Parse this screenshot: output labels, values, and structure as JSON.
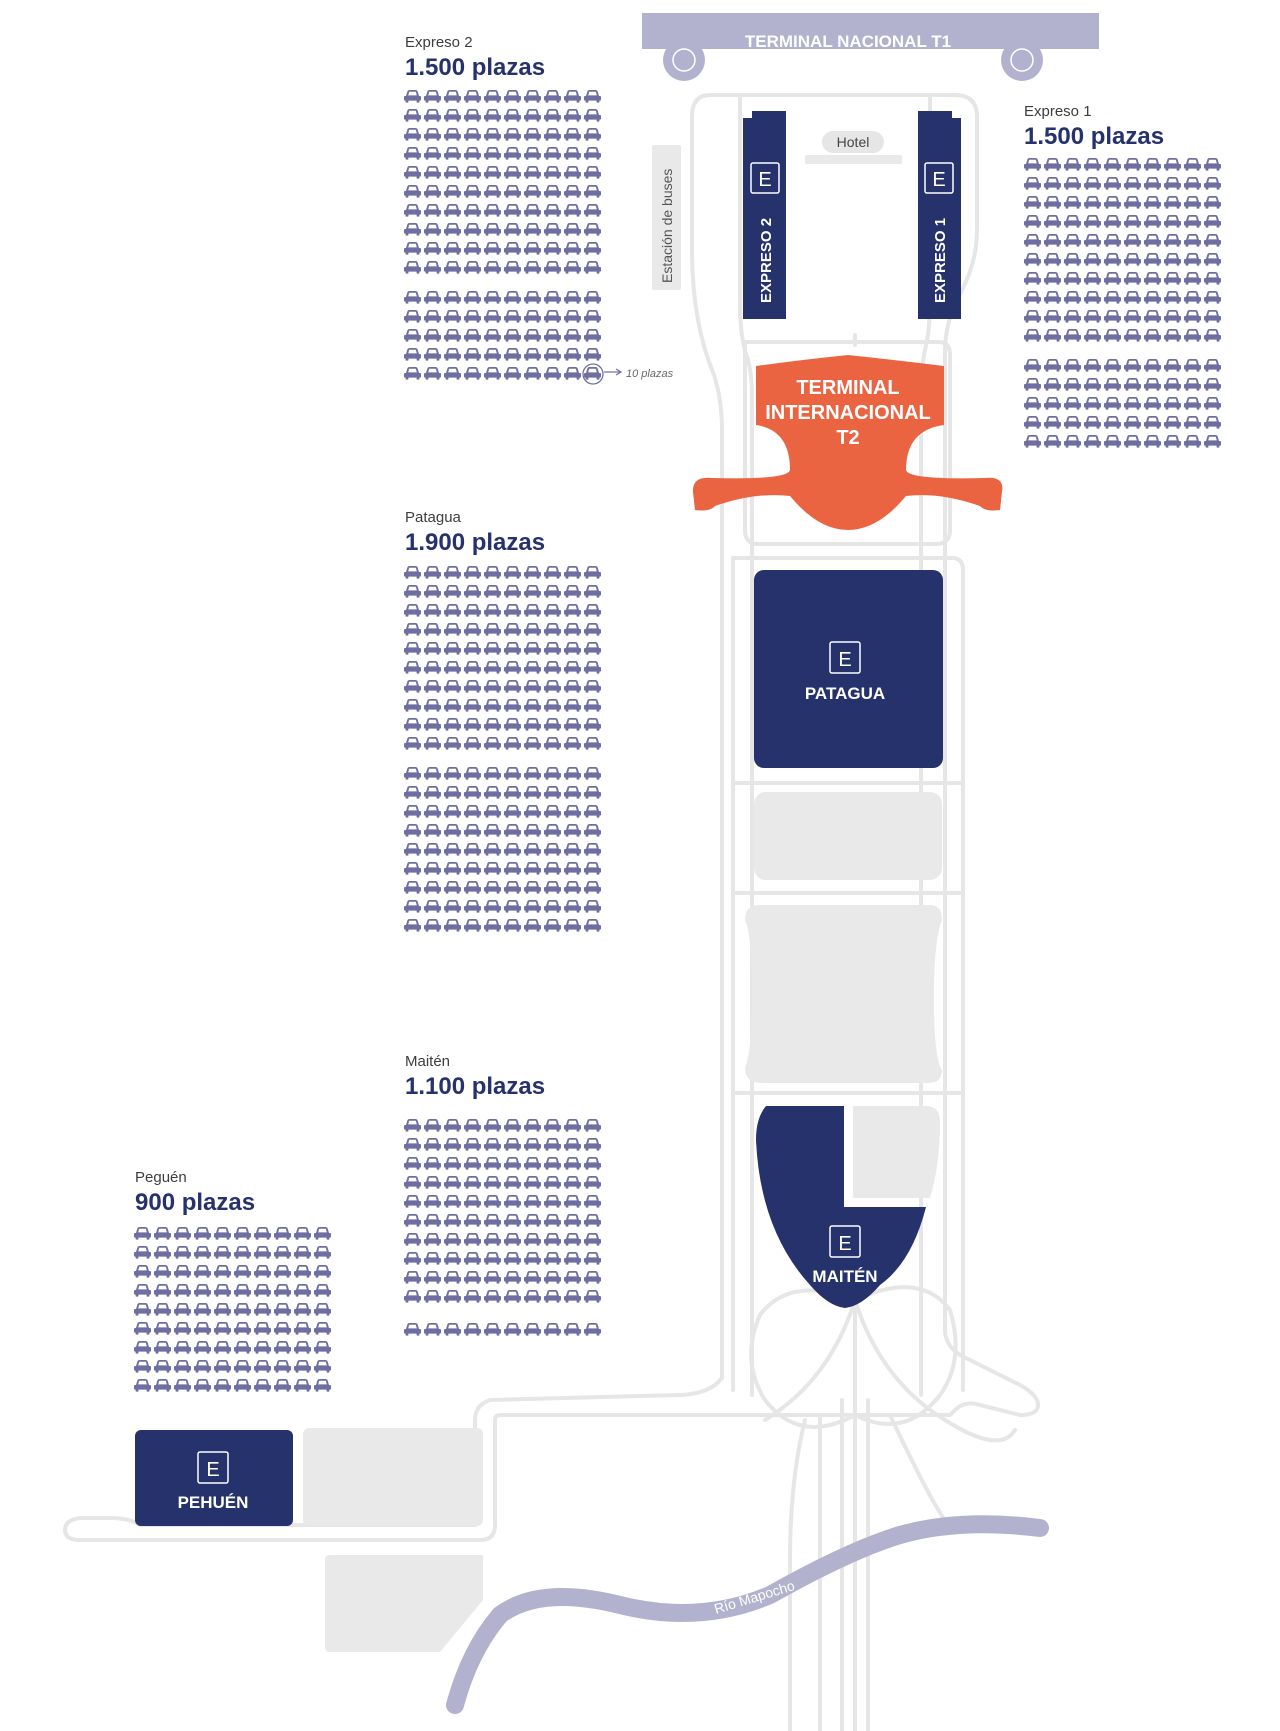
{
  "colors": {
    "navy": "#25326b",
    "lavender": "#b2b2cf",
    "car": "#6e6ea0",
    "orange": "#ea6441",
    "road": "#e6e6e6",
    "grey_block": "#e9e9e9"
  },
  "terminal_t1": "TERMINAL NACIONAL T1",
  "terminal_t2": [
    "TERMINAL",
    "INTERNACIONAL",
    "T2"
  ],
  "hotel": "Hotel",
  "bus_station": "Estación de buses",
  "river": "Río Mapocho",
  "legend_note": "10 plazas",
  "entrance_letter": "E",
  "lots": [
    {
      "id": "expreso2",
      "name": "Expreso 2",
      "capacity": "1.500 plazas",
      "building_label": "EXPRESO 2",
      "spots": 1500
    },
    {
      "id": "expreso1",
      "name": "Expreso 1",
      "capacity": "1.500 plazas",
      "building_label": "EXPRESO 1",
      "spots": 1500
    },
    {
      "id": "patagua",
      "name": "Patagua",
      "capacity": "1.900 plazas",
      "building_label": "PATAGUA",
      "spots": 1900
    },
    {
      "id": "maiten",
      "name": "Maitén",
      "capacity": "1.100 plazas",
      "building_label": "MAITÉN",
      "spots": 1100
    },
    {
      "id": "peguen",
      "name": "Peguén",
      "capacity": "900 plazas",
      "building_label": "PEHUÉN",
      "spots": 900
    }
  ]
}
